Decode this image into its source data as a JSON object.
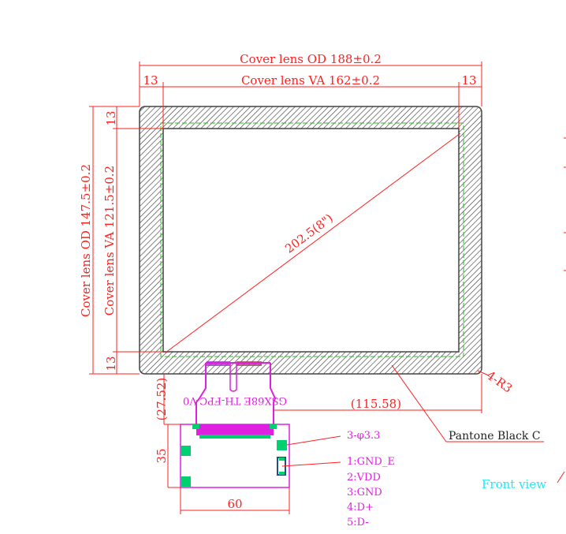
{
  "dimensions": {
    "cover_od_width": "Cover lens OD 188±0.2",
    "cover_va_width": "Cover lens VA 162±0.2",
    "left_margin": "13",
    "right_margin": "13",
    "cover_od_height": "Cover lens OD 147.5±0.2",
    "cover_va_height": "Cover lens VA 121.5±0.2",
    "top_margin": "13",
    "bottom_margin": "13",
    "diagonal": "202.5(8\")",
    "corner_radius": "4-R3",
    "fpc_length": "(27.52)",
    "fpc_offset": "(115.58)",
    "pcb_height": "35",
    "pcb_width": "60"
  },
  "fpc_label": "GSX68E TH-FPC-V0",
  "callouts": {
    "holes": "3-φ3.3",
    "pins": [
      "1:GND_E",
      "2:VDD",
      "3:GND",
      "4:D+",
      "5:D-"
    ],
    "color": "Pantone Black C"
  },
  "view_label": "Front view",
  "colors": {
    "dimension": "#ff2020",
    "fpc": "#e020e0",
    "pad": "#00d070",
    "view": "#20e8f0"
  }
}
